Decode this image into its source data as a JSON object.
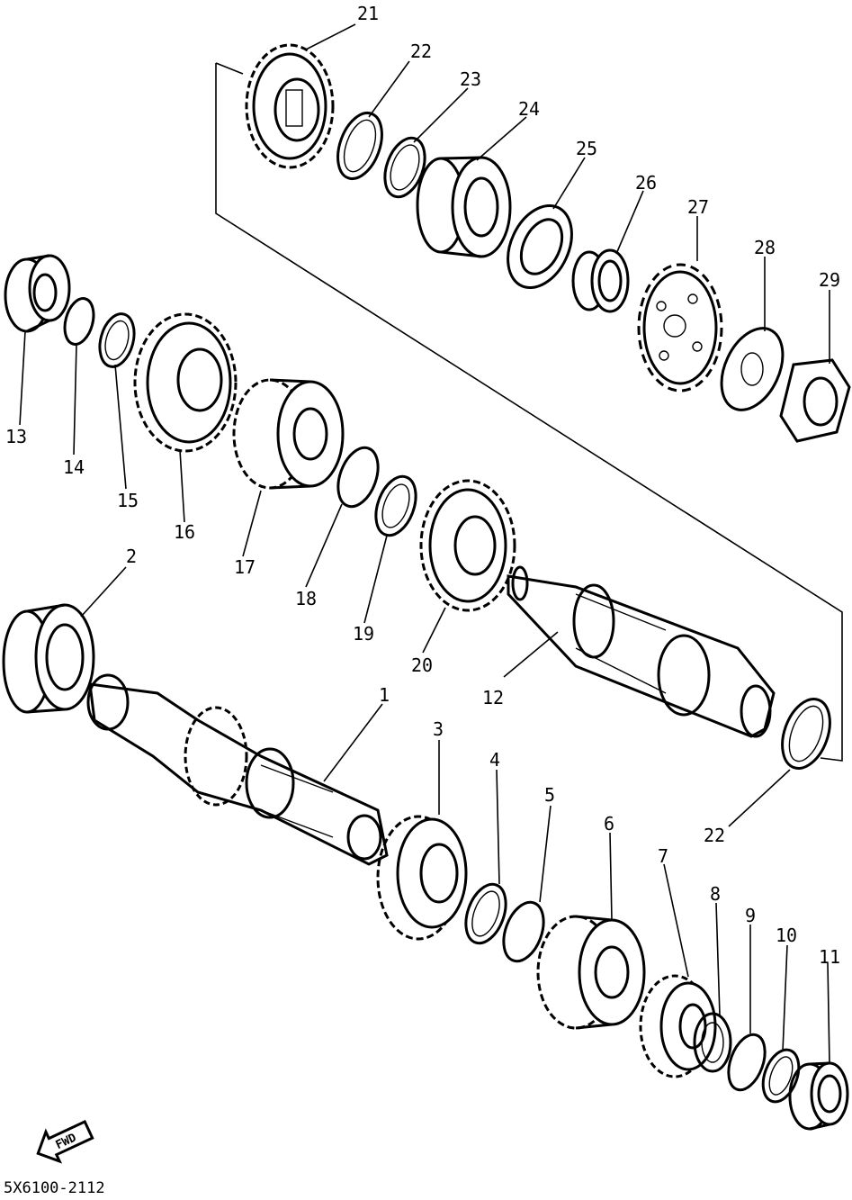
{
  "diagram_code": "5X6100-2112",
  "fwd_label": "FWD",
  "part_labels": [
    "21",
    "22",
    "23",
    "24",
    "25",
    "26",
    "27",
    "28",
    "29",
    "13",
    "14",
    "15",
    "16",
    "17",
    "18",
    "19",
    "20",
    "2",
    "1",
    "12",
    "3",
    "4",
    "5",
    "6",
    "7",
    "8",
    "9",
    "10",
    "11",
    "22"
  ]
}
